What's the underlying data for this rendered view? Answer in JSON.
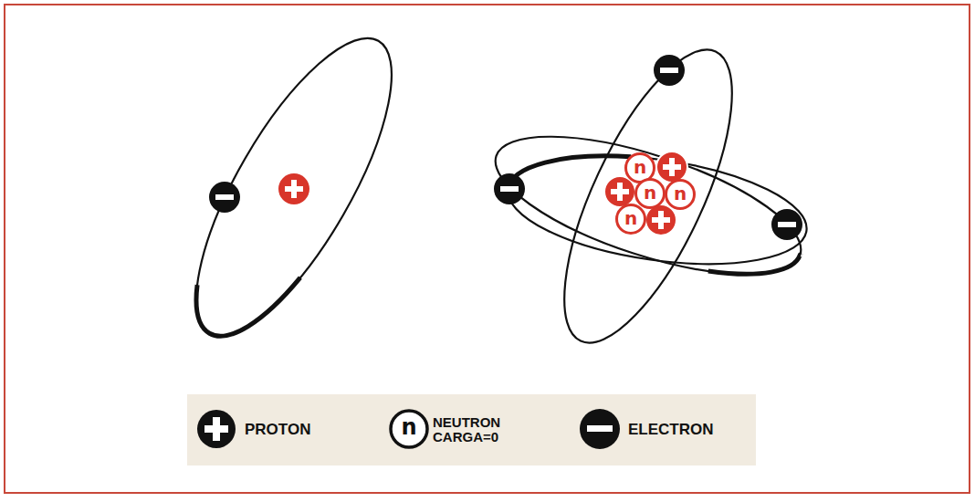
{
  "diagram": {
    "nodes": [
      {
        "text": [
          "n"
        ]
      },
      {
        "text": [
          "n"
        ]
      },
      {
        "text": [
          "n"
        ]
      },
      {
        "text": [
          "n"
        ]
      }
    ],
    "labels": [
      "n"
    ],
    "legend": [
      {
        "text": "PROTON"
      },
      {
        "text": "NEUTRON CARGA=0"
      },
      {
        "text": "ELECTRON"
      }
    ]
  }
}
